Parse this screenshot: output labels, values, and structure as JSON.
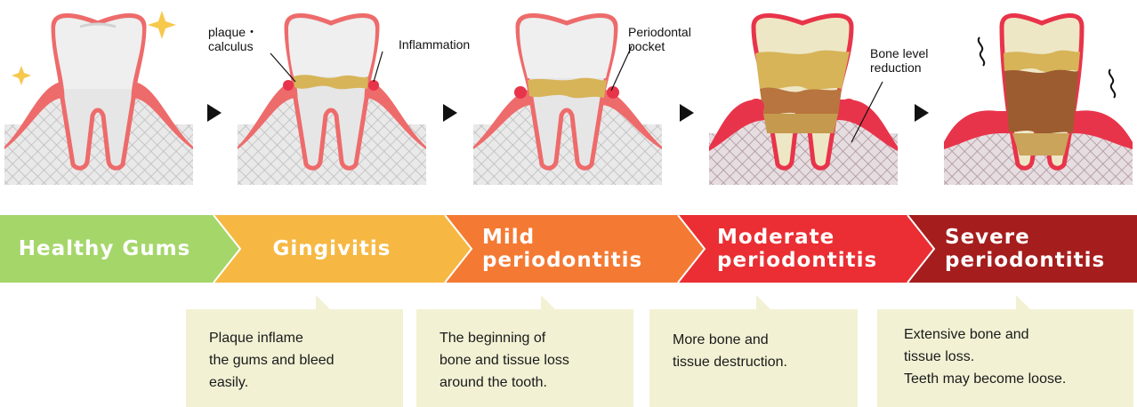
{
  "labels": {
    "plaque": [
      "plaque・",
      "calculus"
    ],
    "inflammation": "Inflammation",
    "pocket": [
      "Periodontal",
      "pocket"
    ],
    "bone": [
      "Bone level",
      "reduction"
    ]
  },
  "stages": [
    {
      "lines": [
        "Healthy Gums"
      ],
      "color": "#a5d66a"
    },
    {
      "lines": [
        "Gingivitis"
      ],
      "color": "#f6b843"
    },
    {
      "lines": [
        "Mild",
        "periodontitis"
      ],
      "color": "#f47a33"
    },
    {
      "lines": [
        "Moderate",
        "periodontitis"
      ],
      "color": "#ea2e33"
    },
    {
      "lines": [
        "Severe",
        "periodontitis"
      ],
      "color": "#a51d1d"
    }
  ],
  "descriptions": [
    [
      "Plaque inflame",
      "the gums and bleed",
      "easily."
    ],
    [
      "The beginning of",
      "bone and tissue loss",
      "around the tooth."
    ],
    [
      "More bone and",
      "tissue destruction."
    ],
    [
      "Extensive bone and",
      "tissue loss.",
      "Teeth may become loose."
    ]
  ]
}
